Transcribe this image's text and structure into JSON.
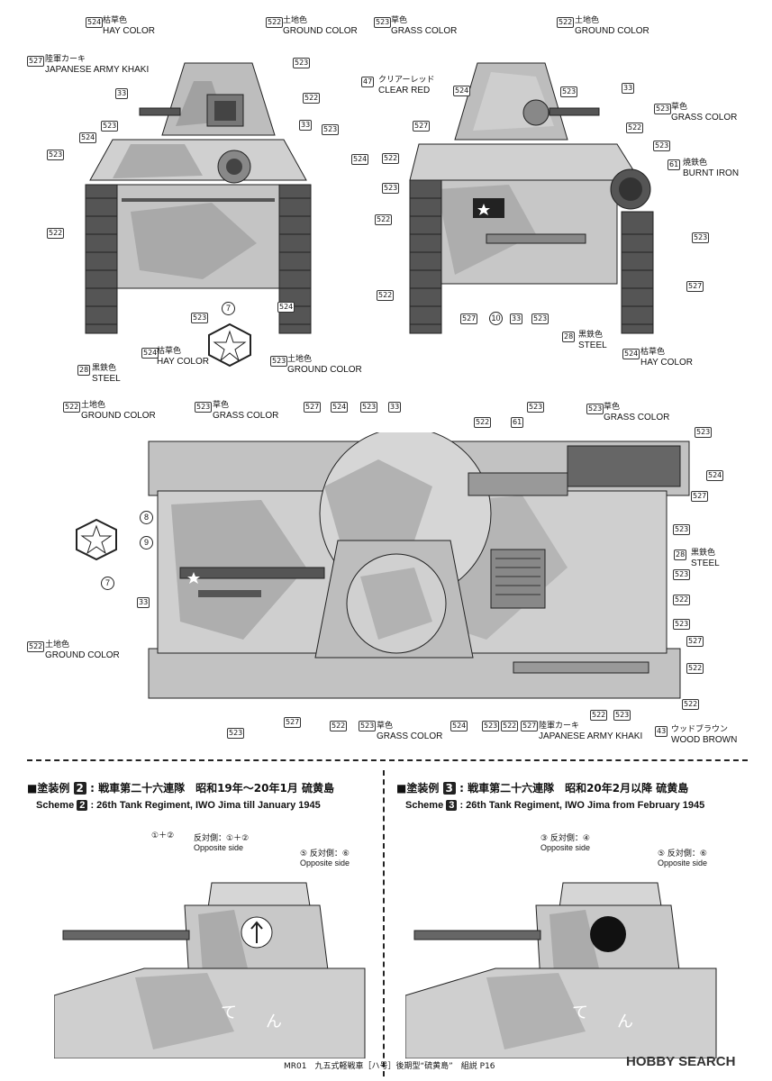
{
  "colors": {
    "hay": "#b9b9b9",
    "ground": "#8e8e8e",
    "grass": "#d6d6d6",
    "khaki": "#a7a7a7",
    "steel": "#444444"
  },
  "labels": {
    "hay_jp": "枯草色",
    "hay_en": "HAY COLOR",
    "ground_jp": "土地色",
    "ground_en": "GROUND COLOR",
    "grass_jp": "草色",
    "grass_en": "GRASS COLOR",
    "khaki_jp": "陸軍カーキ",
    "khaki_en": "JAPANESE ARMY KHAKI",
    "clear_red_jp": "クリアーレッド",
    "clear_red_en": "CLEAR RED",
    "burnt_jp": "焼鉄色",
    "burnt_en": "BURNT IRON",
    "steel_jp": "黒鉄色",
    "steel_en": "STEEL",
    "wood_jp": "ウッドブラウン",
    "wood_en": "WOOD BROWN"
  },
  "codes": {
    "c524": "524",
    "c522": "522",
    "c523": "523",
    "c527": "527",
    "c47": "47",
    "c61": "61",
    "c43": "43",
    "c33": "33",
    "c28": "28",
    "c10": "10",
    "c7": "7",
    "c8": "8",
    "c9": "9"
  },
  "scheme2": {
    "num": "2",
    "title": "戦車第二十六連隊　昭和19年〜20年1月 硫黄島",
    "prefix_jp": "塗装例",
    "prefix_en": "Scheme",
    "sub": "26th Tank Regiment, IWO Jima till January 1945",
    "note1": "①＋②",
    "note2": "反対側：①＋②",
    "note2_en": "Opposite side",
    "note3": "⑤ 反対側：⑥",
    "note3_en": "Opposite side"
  },
  "scheme3": {
    "num": "3",
    "title": "戦車第二十六連隊　昭和20年2月以降 硫黄島",
    "prefix_jp": "塗装例",
    "prefix_en": "Scheme",
    "sub": "26th Tank Regiment, IWO Jima from February 1945",
    "note1": "③ 反対側：④",
    "note1_en": "Opposite side",
    "note3": "⑤ 反対側：⑥",
    "note3_en": "Opposite side"
  },
  "footer": {
    "text": "MR01　九五式軽戦車［ハ号］後期型“硫黄島”　組説 P16",
    "watermark": "HOBBY SEARCH"
  }
}
